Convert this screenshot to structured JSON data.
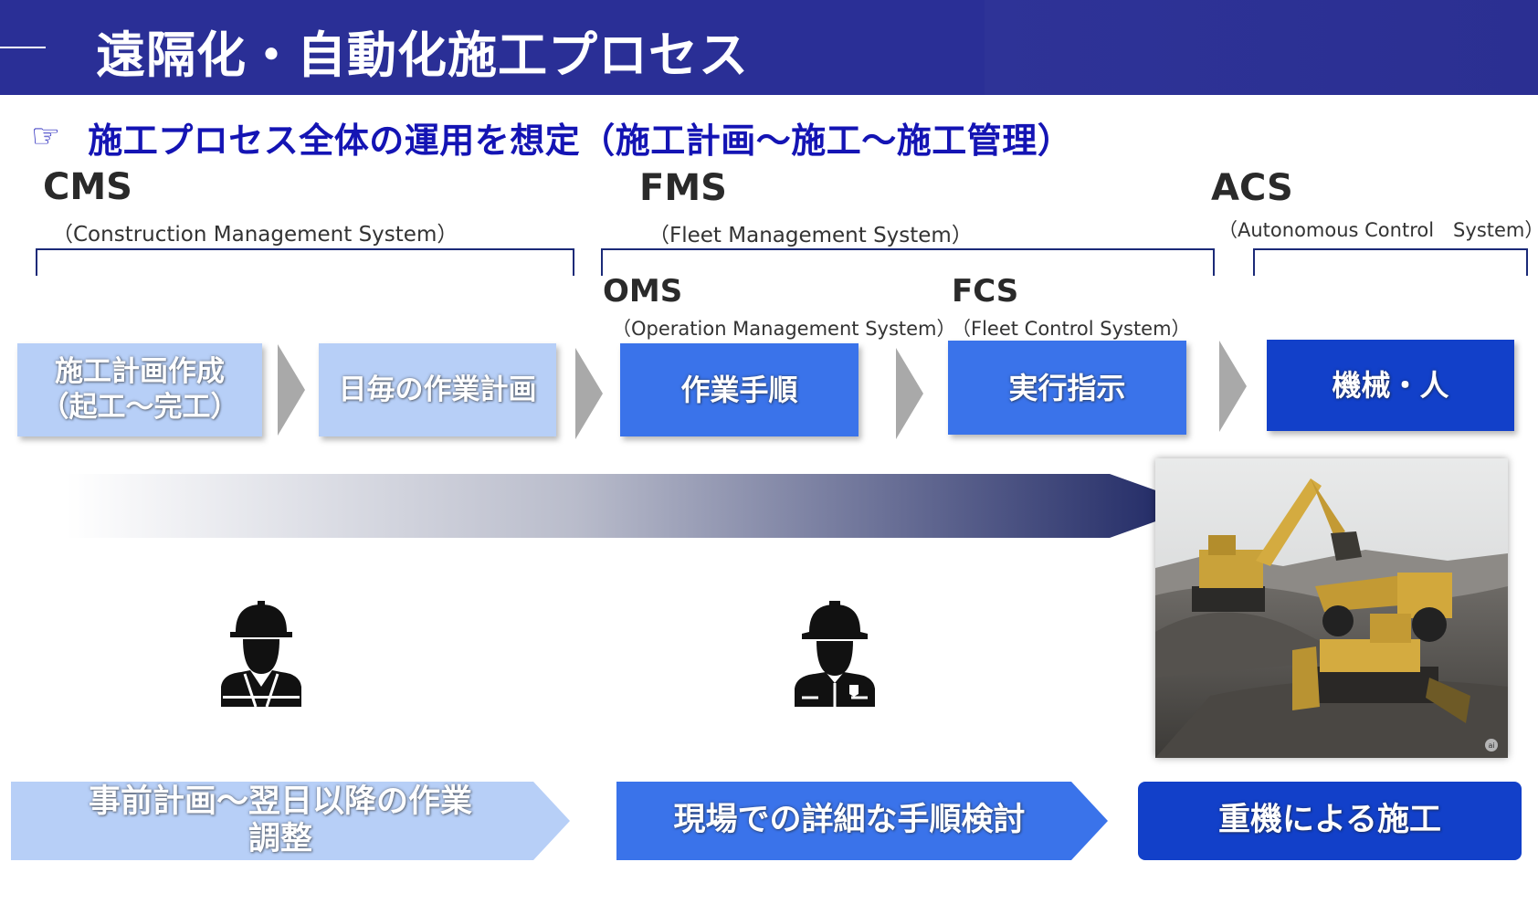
{
  "header": {
    "title": "遠隔化・自動化施工プロセス"
  },
  "subtitle": {
    "icon": "pointing-hand-icon",
    "text": "施工プロセス全体の運用を想定（施工計画～施工～施工管理）"
  },
  "systems": {
    "cms": {
      "abbr": "CMS",
      "full": "（Construction Management System）"
    },
    "fms": {
      "abbr": "FMS",
      "full": "（Fleet Management System）"
    },
    "acs": {
      "abbr": "ACS",
      "full": "（Autonomous Control　System）"
    },
    "oms": {
      "abbr": "OMS",
      "full": "（Operation Management System）"
    },
    "fcs": {
      "abbr": "FCS",
      "full": "（Fleet Control System）"
    }
  },
  "steps": [
    {
      "line1": "施工計画作成",
      "line2": "（起工～完工）"
    },
    {
      "line1": "日毎の作業計画"
    },
    {
      "line1": "作業手順"
    },
    {
      "line1": "実行指示"
    },
    {
      "line1": "機械・人"
    }
  ],
  "bottom": {
    "plan_line1": "事前計画～翌日以降の作業",
    "plan_line2": "調整",
    "site": "現場での詳細な手順検討",
    "construction": "重機による施工"
  },
  "photo": {
    "badge": "ai"
  },
  "colors": {
    "header": "#2a2f96",
    "subtitle": "#1414b4",
    "bracket": "#1b2a78",
    "light_blue": "#b7cff7",
    "mid_blue": "#3a73ea",
    "dark_blue": "#1240c9",
    "chevron_gray": "#a9a9a9"
  }
}
